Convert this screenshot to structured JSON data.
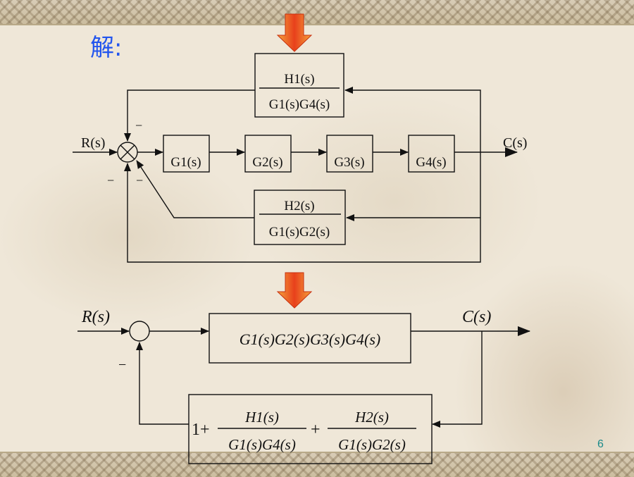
{
  "header": {
    "solution_label": "解:"
  },
  "diagram_top": {
    "input": "R(s)",
    "output": "C(s)",
    "forward_blocks": [
      "G1(s)",
      "G2(s)",
      "G3(s)",
      "G4(s)"
    ],
    "feedback_h1": {
      "numerator": "H1(s)",
      "denominator": "G1(s)G4(s)"
    },
    "feedback_h2": {
      "numerator": "H2(s)",
      "denominator": "G1(s)G2(s)"
    },
    "signs": {
      "top": "−",
      "left": "−",
      "right": "−"
    }
  },
  "diagram_bottom": {
    "input": "R(s)",
    "output": "C(s)",
    "forward_block": "G1(s)G2(s)G3(s)G4(s)",
    "feedback_prefix": "1+",
    "feedback_term1": {
      "numerator": "H1(s)",
      "denominator": "G1(s)G4(s)"
    },
    "feedback_plus": "+",
    "feedback_term2": {
      "numerator": "H2(s)",
      "denominator": "G1(s)G2(s)"
    },
    "sign": "−"
  },
  "footer": {
    "page_number": "6"
  },
  "colors": {
    "arrow_fill": "#e8401c",
    "arrow_edge": "#f4a23a",
    "label_blue": "#2255ee",
    "page_number": "#1a8a8a"
  }
}
